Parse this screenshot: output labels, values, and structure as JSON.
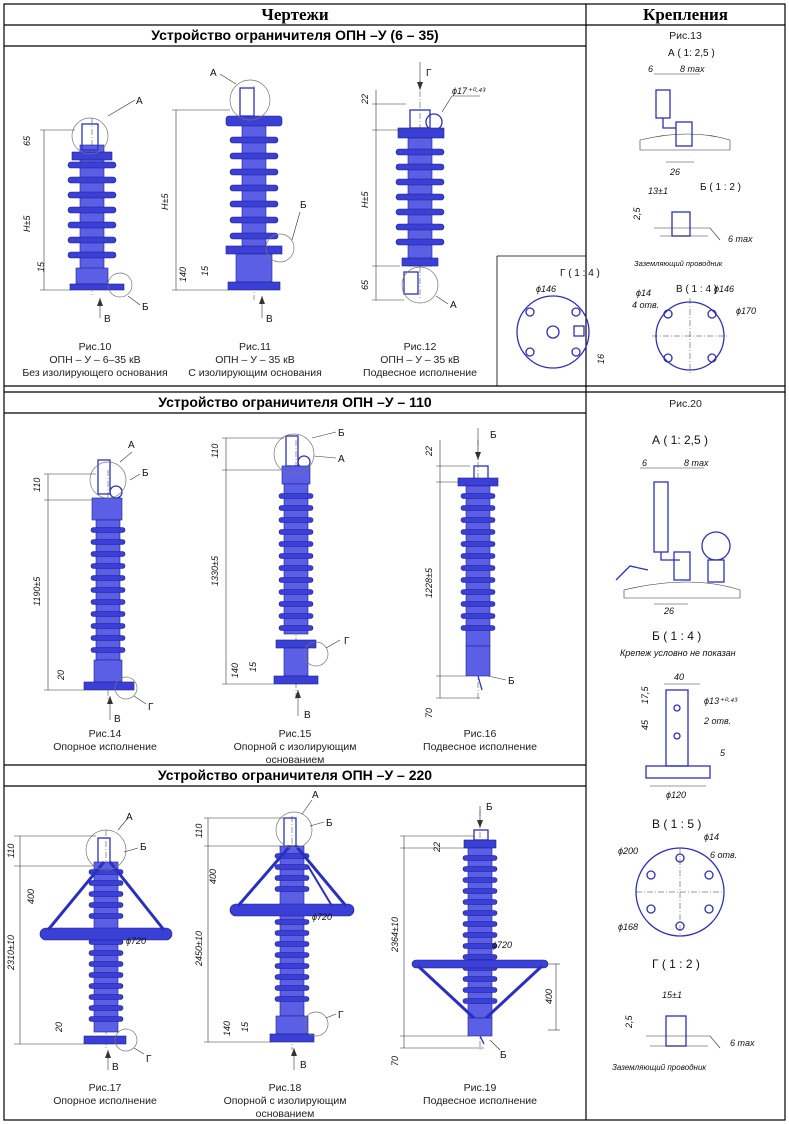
{
  "headers": {
    "drawings": "Чертежи",
    "fastenings": "Крепления"
  },
  "sections": {
    "s1": "Устройство ограничителя ОПН –У (6 – 35)",
    "s2": "Устройство ограничителя ОПН –У – 110",
    "s3": "Устройство ограничителя ОПН –У – 220"
  },
  "captions": {
    "f10": {
      "num": "Рис.10",
      "l1": "ОПН – У – 6–35 кВ",
      "l2": "Без изолирующего основания"
    },
    "f11": {
      "num": "Рис.11",
      "l1": "ОПН – У – 35 кВ",
      "l2": "С изолирующим основания"
    },
    "f12": {
      "num": "Рис.12",
      "l1": "ОПН – У – 35 кВ",
      "l2": "Подвесное исполнение"
    },
    "f14": {
      "num": "Рис.14",
      "l1": "Опорное исполнение"
    },
    "f15": {
      "num": "Рис.15",
      "l1": "Опорной с изолирующим",
      "l2": "основанием"
    },
    "f16": {
      "num": "Рис.16",
      "l1": "Подвесное исполнение"
    },
    "f17": {
      "num": "Рис.17",
      "l1": "Опорное исполнение"
    },
    "f18": {
      "num": "Рис.18",
      "l1": "Опорной с изолирующим",
      "l2": "основанием"
    },
    "f19": {
      "num": "Рис.19",
      "l1": "Подвесное исполнение"
    },
    "f13": "Рис.13",
    "f20": "Рис.20"
  },
  "labels": {
    "A": "А",
    "B": "Б",
    "V": "В",
    "G": "Г",
    "d65": "65",
    "dH5": "H±5",
    "d15": "15",
    "d140": "140",
    "d22": "22",
    "d17": "ϕ17⁺⁰·⁴³",
    "d110": "110",
    "d1190": "1190±5",
    "d20": "20",
    "d1330": "1330±5",
    "d1228": "1228±5",
    "d70": "70",
    "d400": "400",
    "d2310": "2310±10",
    "d720": "ϕ720",
    "d2450": "2450±10",
    "d2364": "2364±10"
  },
  "detail": {
    "a25": "А ( 1: 2,5 )",
    "d6": "6",
    "d8max": "8 max",
    "d26": "26",
    "b12": "Б ( 1 : 2 )",
    "d13": "13±1",
    "d25": "2,5",
    "d6max": "6 max",
    "ground": "Заземляющий проводник",
    "g14": "Г ( 1 : 4 )",
    "v14": "В ( 1 : 4 )",
    "p146": "ϕ146",
    "p14": "ϕ14",
    "holes4": "4 отв.",
    "p170": "ϕ170",
    "d16": "16",
    "b14": "Б ( 1 : 4 )",
    "krep": "Крепеж условно не показан",
    "d40": "40",
    "d175": "17,5",
    "d45": "45",
    "p13": "ϕ13⁺⁰·⁴³",
    "holes2": "2 отв.",
    "d5": "5",
    "p120": "ϕ120",
    "v15": "В ( 1 : 5 )",
    "p200": "ϕ200",
    "holes6": "6 отв.",
    "p168": "ϕ168",
    "g12": "Г ( 1 : 2 )",
    "d15b": "15±1"
  }
}
